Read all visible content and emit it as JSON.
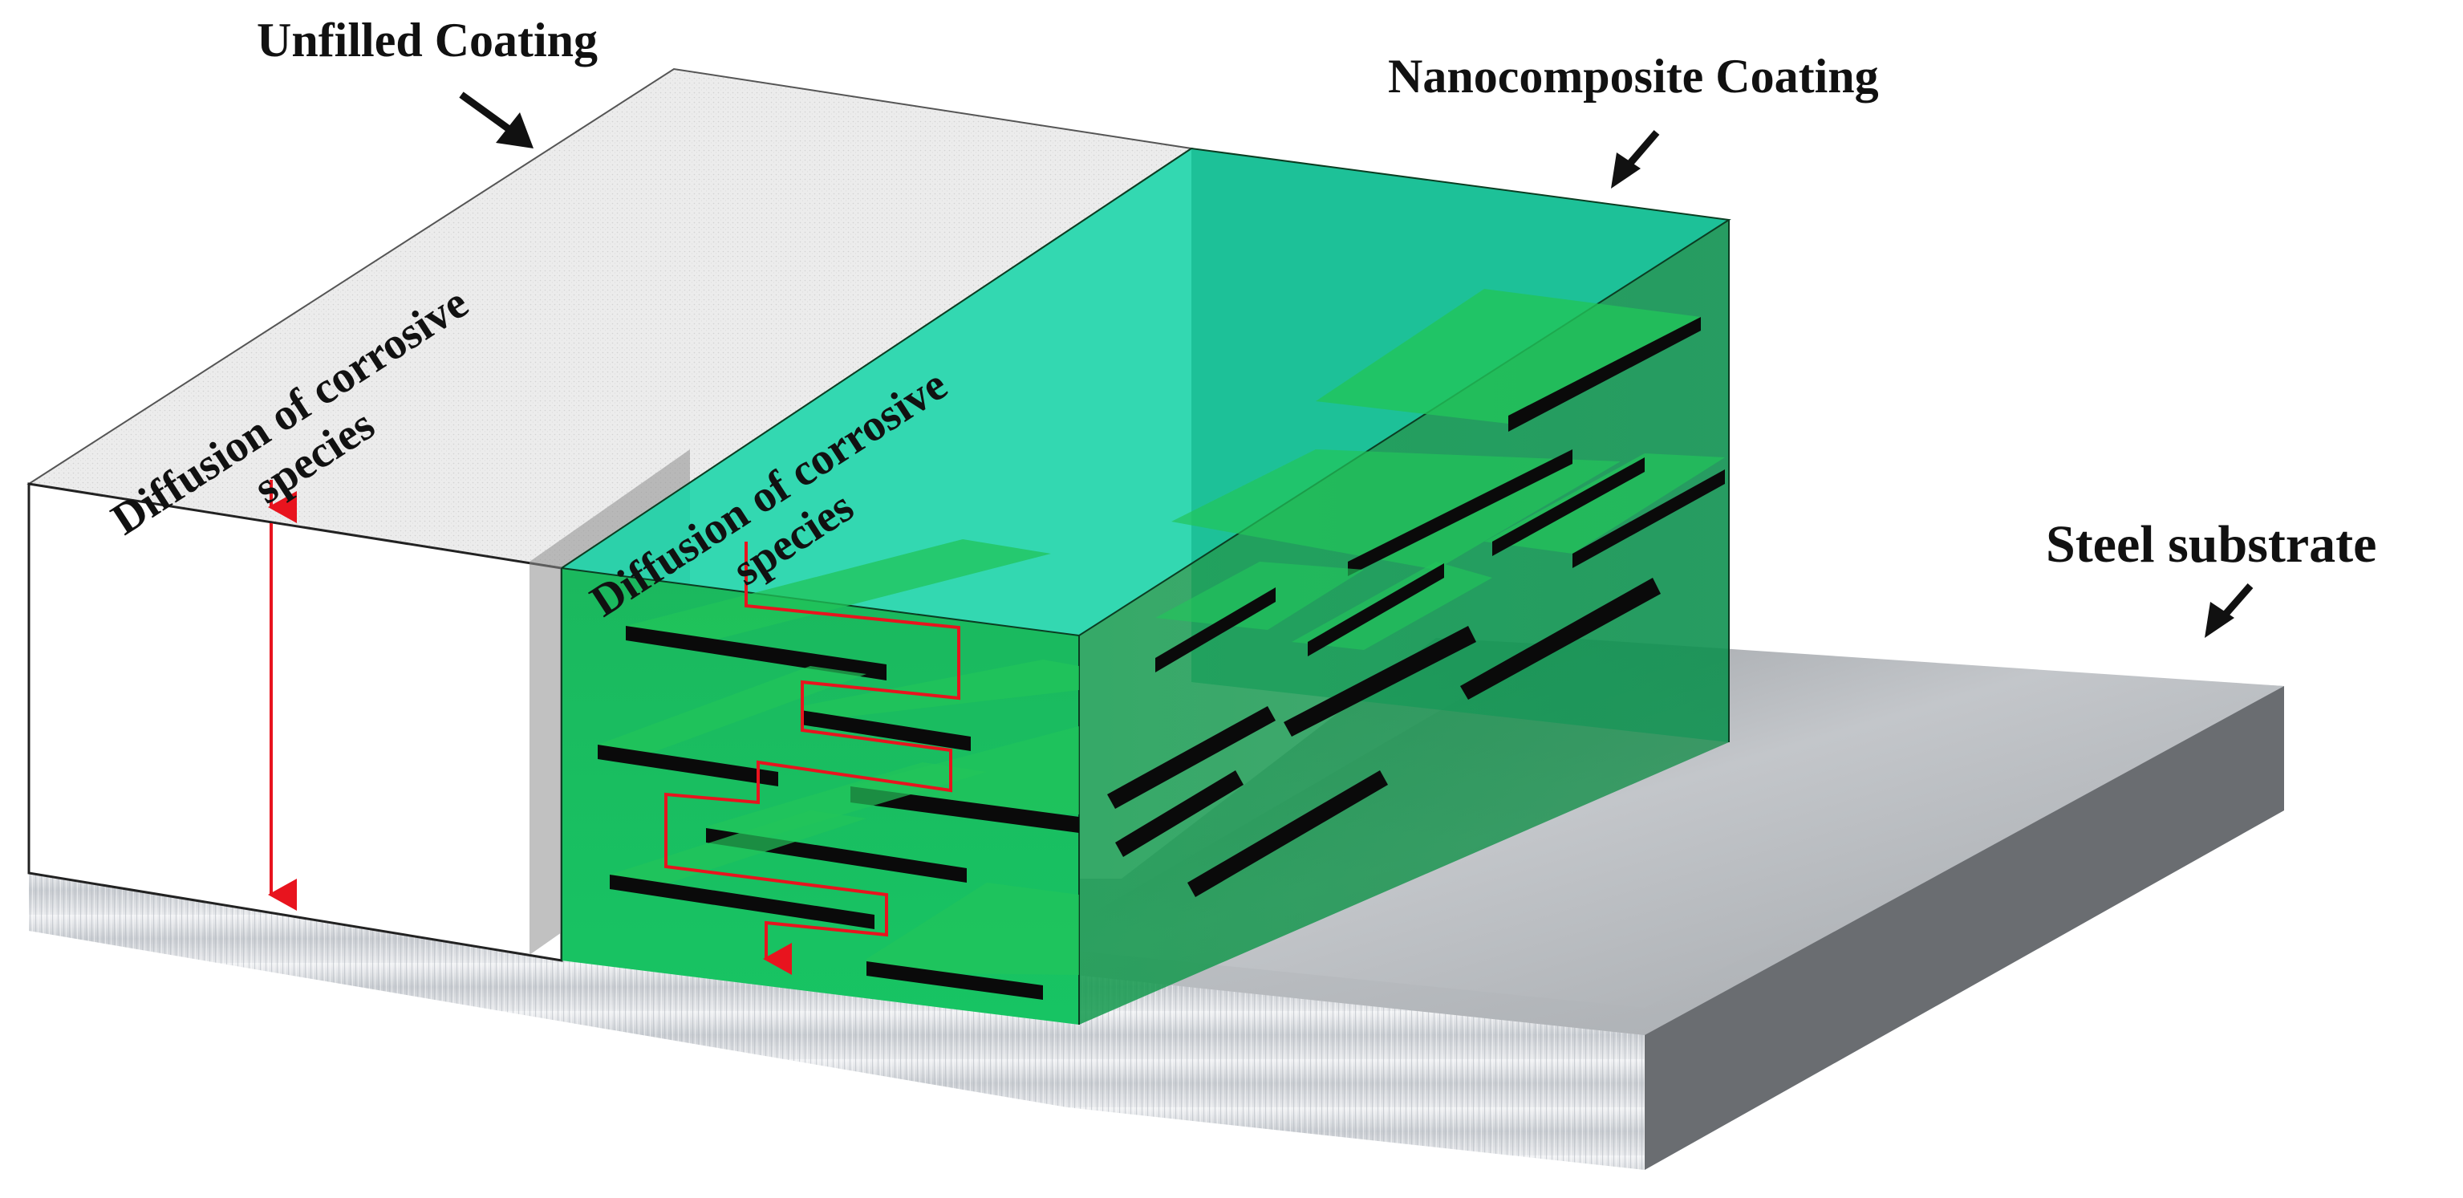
{
  "labels": {
    "unfilled_coating": "Unfilled Coating",
    "nanocomposite_coating": "Nanocomposite Coating",
    "steel_substrate": "Steel substrate",
    "diffusion_left_line1": "Diffusion of corrosive",
    "diffusion_left_line2": "species",
    "diffusion_right_line1": "Diffusion of corrosive",
    "diffusion_right_line2": "species"
  },
  "colors": {
    "background": "#ffffff",
    "unfilled_top": "#ececec",
    "unfilled_front": "#ffffff",
    "coating_green": "#19c66a",
    "coating_green_dark": "#0f9f4f",
    "coating_top_teal": "#17d3a6",
    "platelet_face": "#22c45a",
    "platelet_edge": "#0a0a0a",
    "steel_top": "#b9bcc0",
    "steel_front": "#d7d9dc",
    "steel_side": "#6a6d71",
    "diffusion_path": "#e8141e",
    "label_text": "#111111"
  },
  "icons": {
    "pointer_arrow": "black-arrow-icon"
  }
}
